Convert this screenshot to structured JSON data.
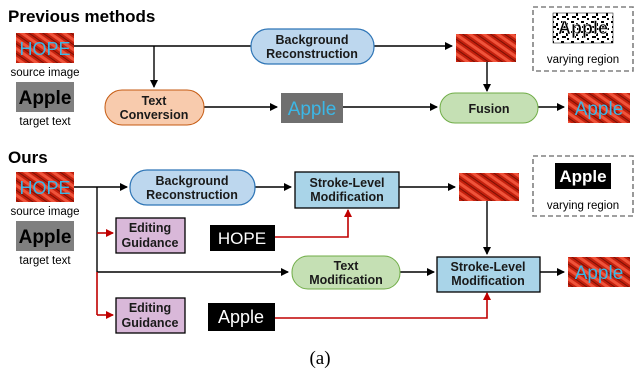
{
  "titles": {
    "previous": "Previous methods",
    "ours": "Ours"
  },
  "labels": {
    "source_image": "source image",
    "target_text": "target text",
    "varying_region": "varying region"
  },
  "image_words": {
    "source": "HOPE",
    "target": "Apple",
    "result": "Apple",
    "mask": "Apple"
  },
  "nodes": {
    "prev_background": [
      "Background",
      "Reconstruction"
    ],
    "prev_text_conversion": [
      "Text",
      "Conversion"
    ],
    "prev_fusion": "Fusion",
    "ours_background": [
      "Background",
      "Reconstruction"
    ],
    "ours_stroke_1": [
      "Stroke-Level",
      "Modification"
    ],
    "ours_editing_1": [
      "Editing",
      "Guidance"
    ],
    "ours_guide_word_1": "HOPE",
    "ours_text_modification": [
      "Text",
      "Modification"
    ],
    "ours_stroke_2": [
      "Stroke-Level",
      "Modification"
    ],
    "ours_editing_2": [
      "Editing",
      "Guidance"
    ],
    "ours_guide_word_2": "Apple"
  },
  "caption": "(a)",
  "colors": {
    "blue_fill": "#bdd7ee",
    "blue_stroke": "#2e75b6",
    "orange_fill": "#f8cbad",
    "green_fill": "#c5e0b4",
    "pink_fill": "#d9b8d9",
    "stroke_box_fill": "#a9d4e8",
    "red_arrow": "#c00000",
    "texture_red": "#d42a14",
    "word_cyan": "#3cb7e6"
  }
}
